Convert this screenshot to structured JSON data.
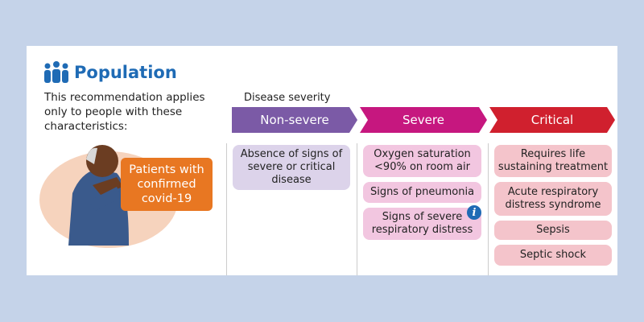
{
  "header": {
    "title": "Population",
    "icon": "people-icon",
    "intro": "This recommendation applies only to people with these characteristics:"
  },
  "patient_label": "Patients with confirmed covid-19",
  "severity": {
    "label": "Disease severity",
    "levels": [
      {
        "name": "Non-severe",
        "color": "#7b5aa6",
        "items": [
          "Absence of signs of severe or critical disease"
        ]
      },
      {
        "name": "Severe",
        "color": "#c6177f",
        "items": [
          "Oxygen saturation <90% on room air",
          "Signs of pneumonia",
          "Signs of severe respiratory distress"
        ]
      },
      {
        "name": "Critical",
        "color": "#d0202e",
        "items": [
          "Requires life sustaining treatment",
          "Acute respiratory distress syndrome",
          "Sepsis",
          "Septic shock"
        ]
      }
    ]
  },
  "info_icon": "i",
  "colors": {
    "background": "#c5d3e9",
    "accent": "#1f6bb5",
    "orange": "#e87722"
  }
}
